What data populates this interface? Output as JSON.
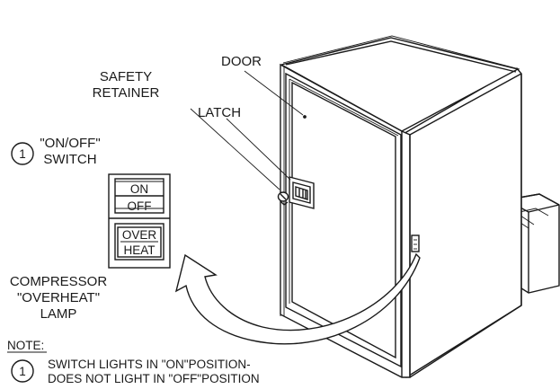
{
  "labels": {
    "door": "DOOR",
    "safety_retainer_line1": "SAFETY",
    "safety_retainer_line2": "RETAINER",
    "latch": "LATCH",
    "callout_number": "1",
    "switch_line1": "\"ON/OFF\"",
    "switch_line2": "SWITCH",
    "compressor_line1": "COMPRESSOR",
    "compressor_line2": "\"OVERHEAT\"",
    "compressor_line3": "LAMP"
  },
  "panel": {
    "on": "ON",
    "off": "OFF",
    "over": "OVER",
    "heat": "HEAT"
  },
  "note": {
    "heading": "NOTE:",
    "number": "1",
    "line1": "SWITCH LIGHTS IN \"ON\"POSITION-",
    "line2": "DOES NOT LIGHT IN \"OFF\"POSITION"
  },
  "colors": {
    "ink": "#1a1a1a",
    "background": "#ffffff"
  }
}
